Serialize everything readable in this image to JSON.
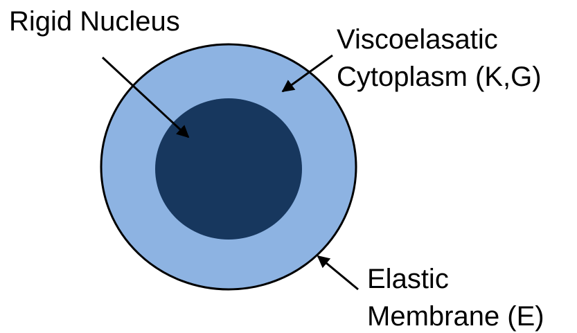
{
  "labels": {
    "nucleus": "Rigid Nucleus",
    "cytoplasm_line1": "Viscoelasatic",
    "cytoplasm_line2": "Cytoplasm (K,G)",
    "membrane_line1": "Elastic",
    "membrane_line2": "Membrane (E)"
  },
  "colors": {
    "cytoplasm": "#8db3e2",
    "nucleus": "#17375e",
    "membrane": "#000000",
    "text": "#000000",
    "background": "#ffffff"
  }
}
